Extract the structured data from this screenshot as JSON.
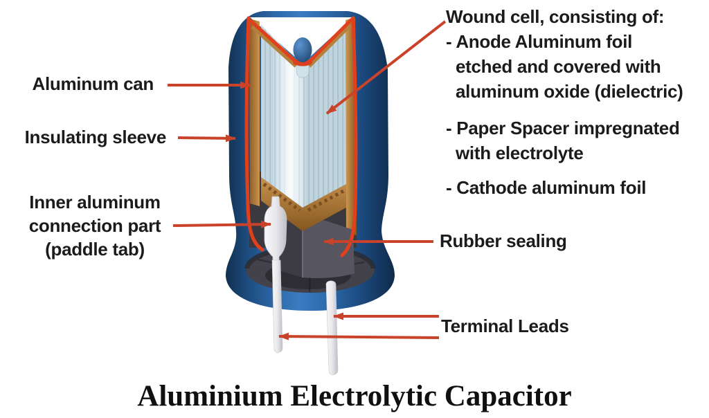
{
  "title": "Aluminium Electrolytic Capacitor",
  "labels": {
    "aluminum_can": "Aluminum can",
    "insulating_sleeve": "Insulating sleeve",
    "inner_connection": {
      "lines": [
        "Inner aluminum",
        "connection part",
        "(paddle tab)"
      ]
    },
    "wound_cell": {
      "heading": "Wound cell, consisting of:",
      "lines": [
        "- Anode Aluminum foil",
        "etched and covered with",
        "aluminum oxide (dielectric)",
        "- Paper Spacer impregnated",
        "with electrolyte",
        "- Cathode aluminum foil"
      ]
    },
    "rubber_sealing": "Rubber sealing",
    "terminal_leads": "Terminal Leads"
  },
  "colors": {
    "arrow_red": "#c9432a",
    "cut_outline_red": "#e0401b",
    "sleeve_blue": "#2e6aab",
    "can_copper": "#b5803e",
    "foil_light_blue": "#cfe0e8",
    "rubber_gray": "#4a4952",
    "lead_white": "#ededf0",
    "text": "#1b1b1b"
  }
}
